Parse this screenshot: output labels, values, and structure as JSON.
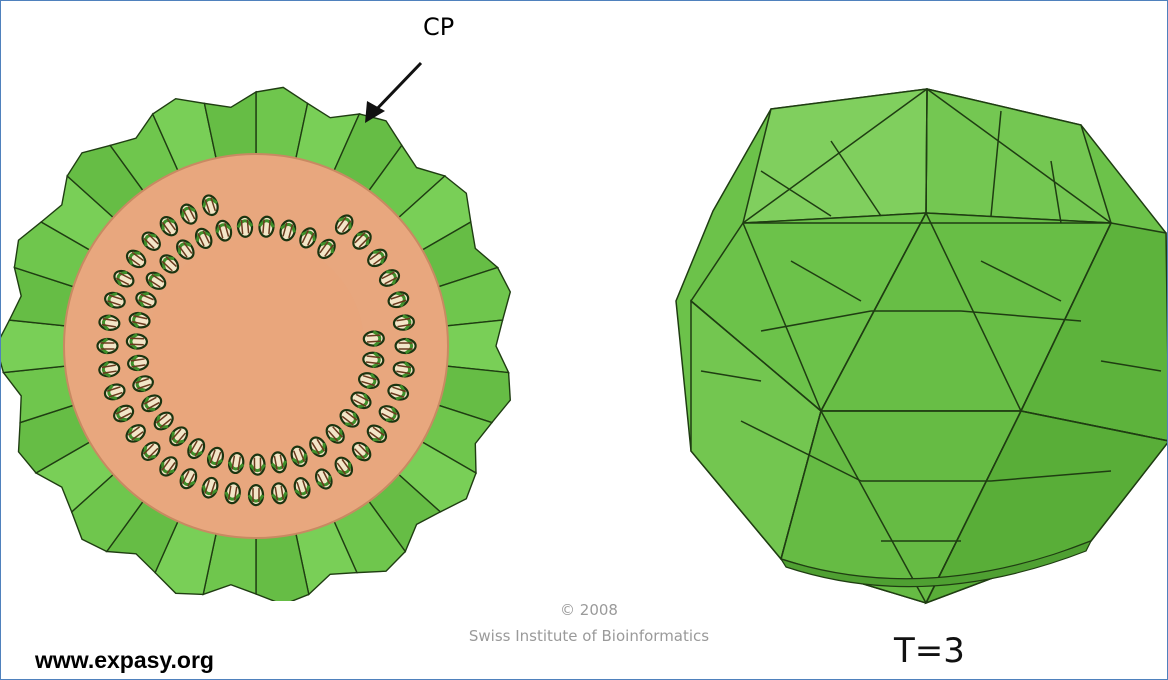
{
  "labels": {
    "cp": "CP",
    "triangulation": "T=3",
    "copyright_year": "© 2008",
    "copyright_org": "Swiss Institute of Bioinformatics",
    "website": "www.expasy.org"
  },
  "colors": {
    "capsid_green": "#6cc24a",
    "capsid_edge": "#1f3d12",
    "interior": "#e8a77e",
    "frame_border": "#4f81bd"
  },
  "icons": {
    "pointer": "arrow-icon",
    "genome": "dna-helix-icon"
  }
}
